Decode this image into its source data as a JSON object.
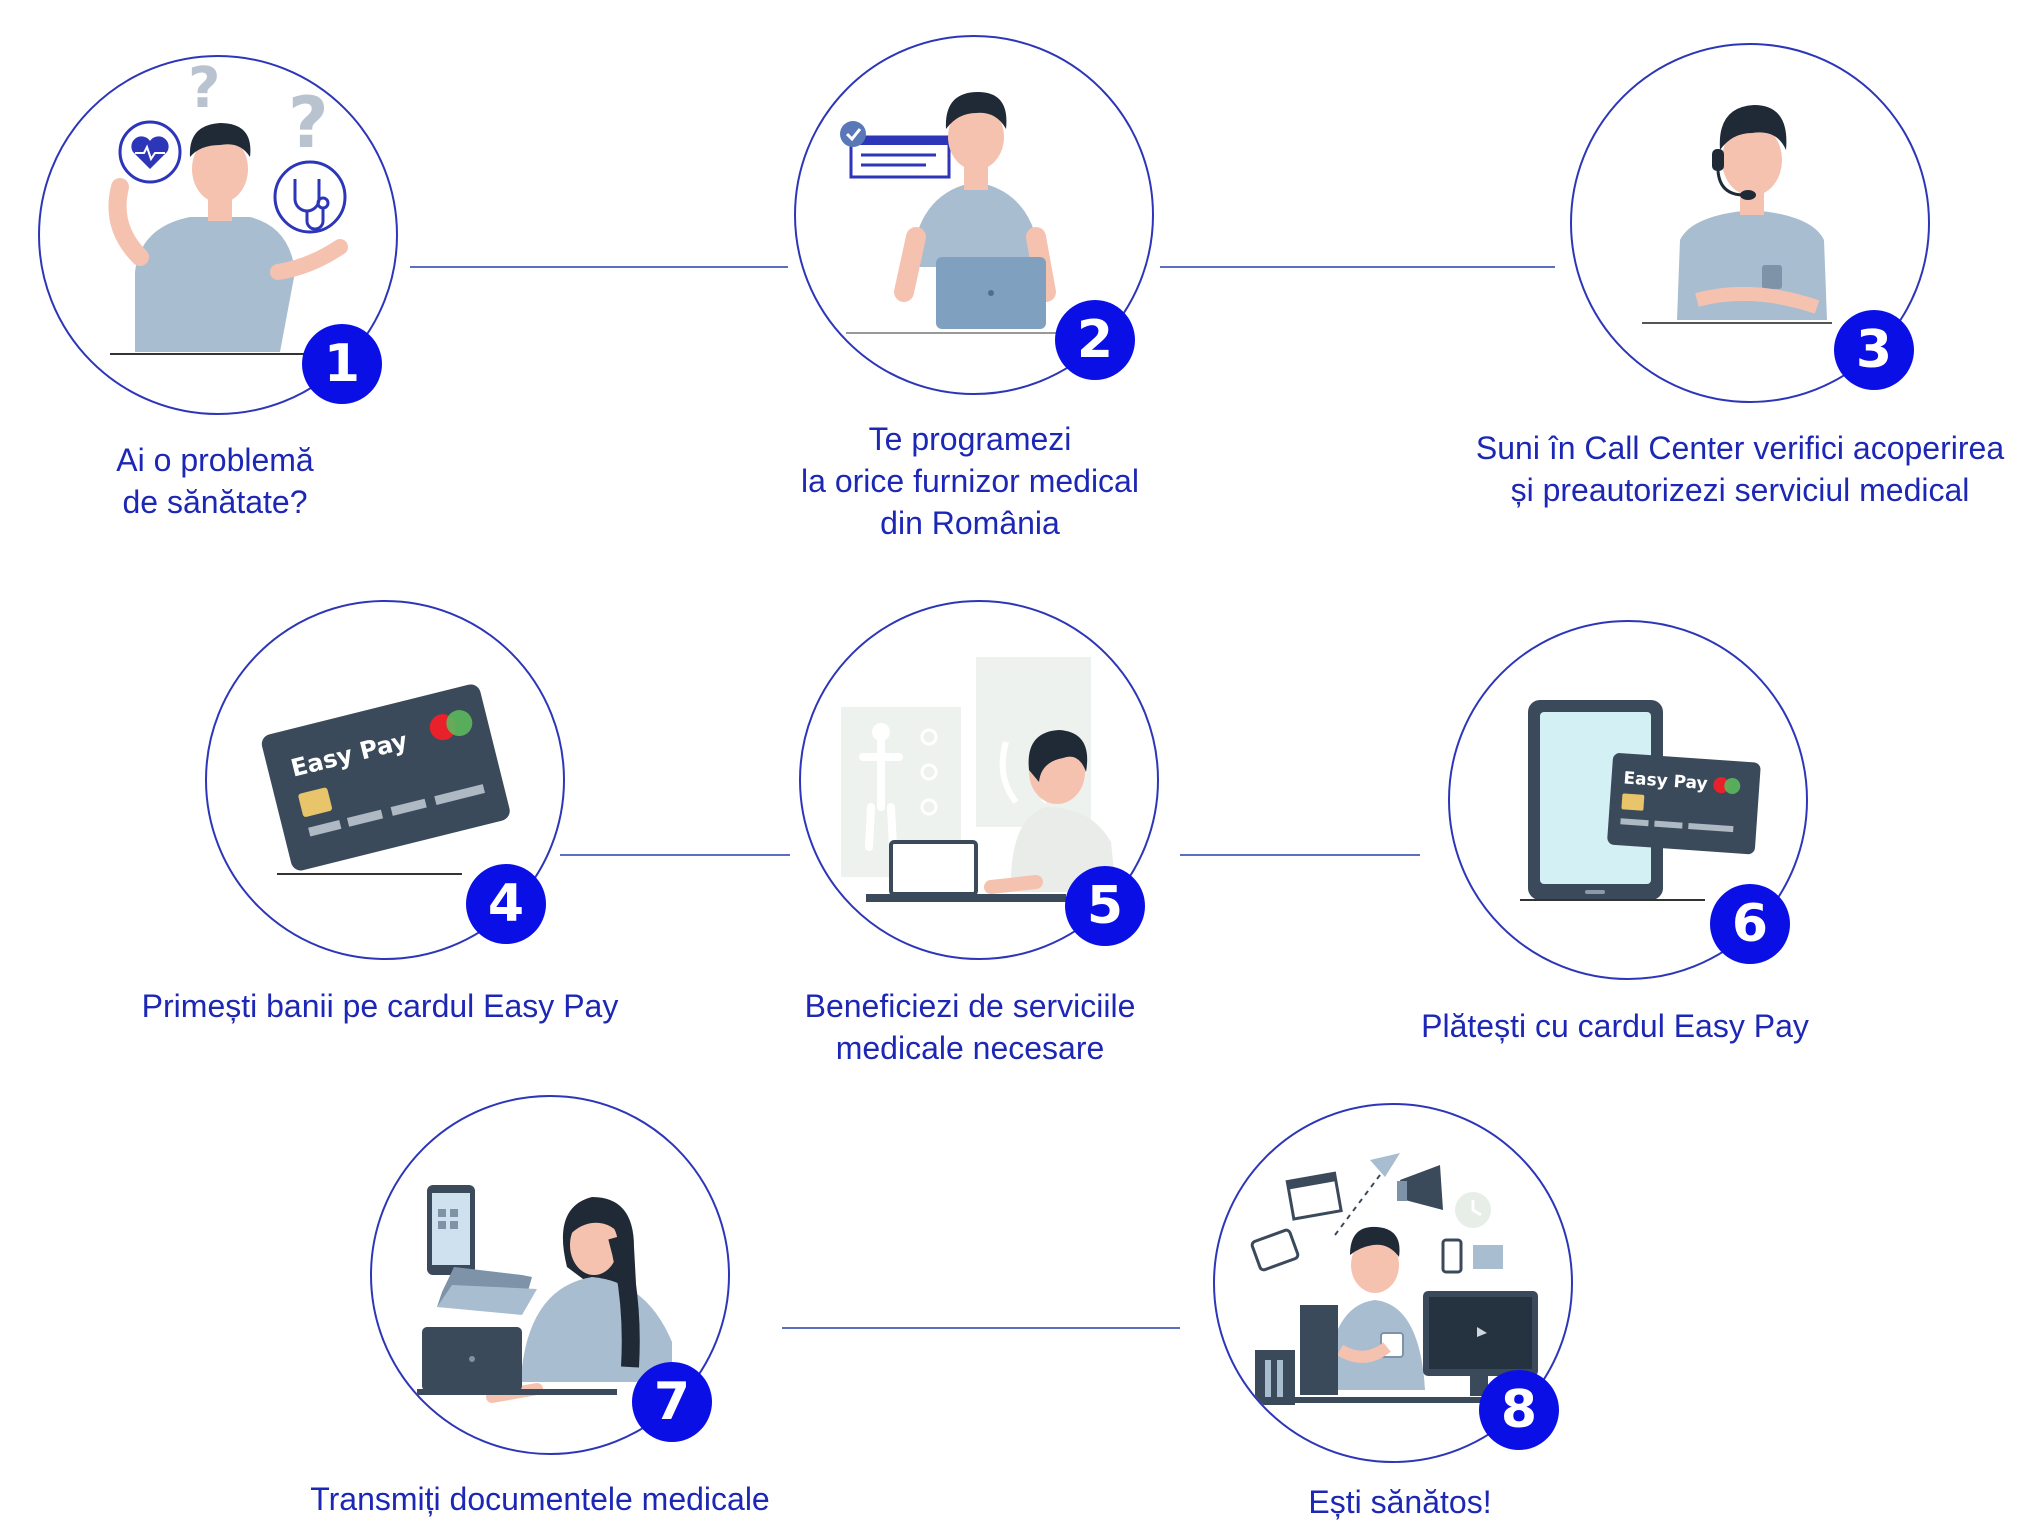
{
  "colors": {
    "circle_border": "#2d36b8",
    "connector": "#5a6fc0",
    "badge_bg": "#0a0fe6",
    "badge_text": "#ffffff",
    "caption_text": "#1d27b5",
    "card_dark": "#3b4a5a",
    "skin": "#f6c2b0",
    "shirt": "#a9bdd0",
    "hair": "#1f2a36"
  },
  "steps": [
    {
      "number": "1",
      "illustration": "confused-person-heart-stethoscope",
      "caption_lines": [
        "Ai o problemă",
        "de sănătate?"
      ]
    },
    {
      "number": "2",
      "illustration": "person-laptop-online-booking",
      "caption_lines": [
        "Te programezi",
        "la orice furnizor medical",
        "din România"
      ]
    },
    {
      "number": "3",
      "illustration": "call-center-agent-headset",
      "caption_lines": [
        "Suni în Call Center verifici acoperirea",
        "și preautorizezi serviciul medical"
      ]
    },
    {
      "number": "4",
      "illustration": "easy-pay-card",
      "card_label": "Easy Pay",
      "caption_lines": [
        "Primești banii pe cardul Easy Pay"
      ]
    },
    {
      "number": "5",
      "illustration": "person-laptop-medical-charts",
      "caption_lines": [
        "Beneficiezi de serviciile",
        "medicale necesare"
      ]
    },
    {
      "number": "6",
      "illustration": "tablet-with-easy-pay-card",
      "card_label": "Easy Pay",
      "caption_lines": [
        "Plătești cu cardul Easy Pay"
      ]
    },
    {
      "number": "7",
      "illustration": "woman-laptop-sending-documents",
      "caption_lines": [
        "Transmiți documentele medicale"
      ]
    },
    {
      "number": "8",
      "illustration": "happy-person-desk-computer",
      "caption_lines": [
        "Ești sănătos!"
      ]
    }
  ]
}
